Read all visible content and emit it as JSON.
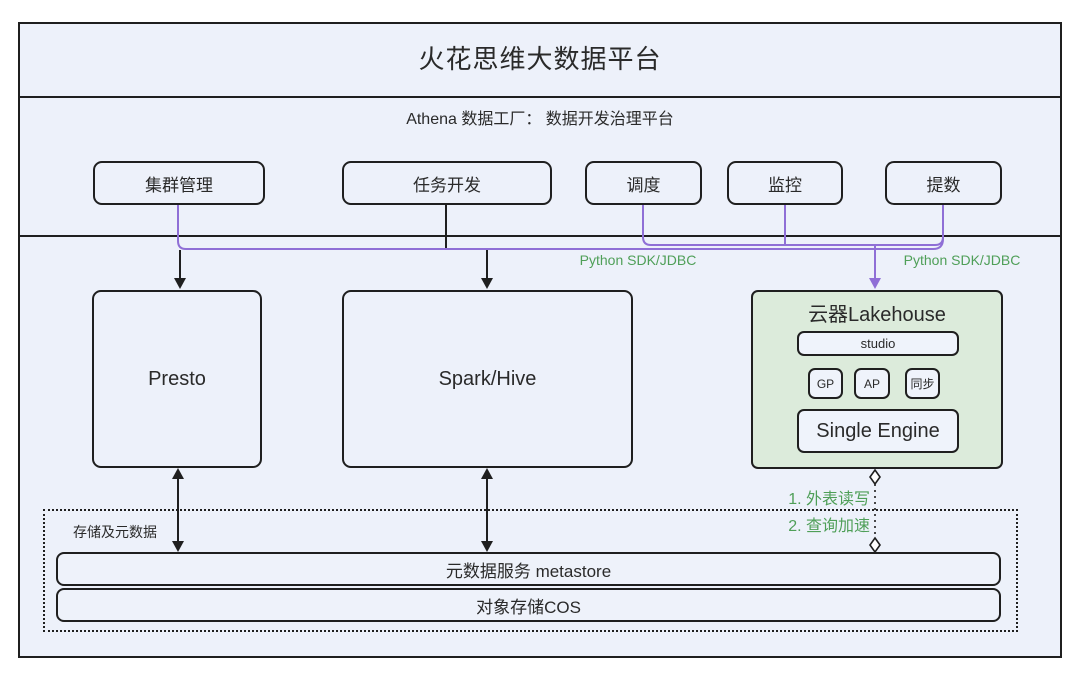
{
  "diagram": {
    "title": "火花思维大数据平台",
    "athena": {
      "subtitle": "Athena 数据工厂： 数据开发治理平台",
      "modules": [
        "集群管理",
        "任务开发",
        "调度",
        "监控",
        "提数"
      ]
    },
    "engines": {
      "presto": "Presto",
      "spark": "Spark/Hive"
    },
    "lakehouse": {
      "title": "云器Lakehouse",
      "studio": "studio",
      "chips": [
        "GP",
        "AP",
        "同步"
      ],
      "engine": "Single Engine"
    },
    "storage": {
      "label": "存储及元数据",
      "metastore": "元数据服务 metastore",
      "cos": "对象存储COS"
    },
    "annotations": {
      "sdk_left": "Python SDK/JDBC",
      "sdk_right": "Python SDK/JDBC",
      "note1": "1. 外表读写",
      "note2": "2. 查询加速"
    },
    "colors": {
      "canvas_fill": "#edf1fa",
      "border": "#1f1f1f",
      "purple_connector": "#8f6fd6",
      "green_text": "#4f9f58",
      "lakehouse_fill": "#dcebdb"
    }
  }
}
